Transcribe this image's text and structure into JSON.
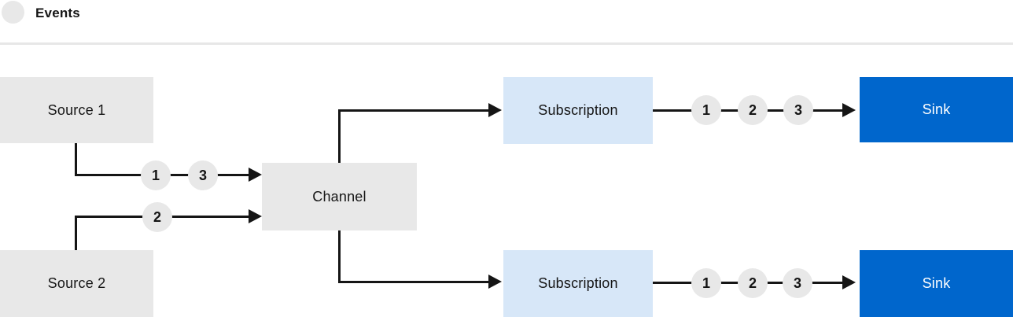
{
  "legend": {
    "label": "Events",
    "swatch_icon": "event-circle"
  },
  "colors": {
    "node_gray": "#e8e8e8",
    "subscription_blue": "#d7e7f8",
    "sink_blue": "#0066cc",
    "line": "#151515",
    "text_dark": "#151515",
    "text_light": "#ffffff",
    "divider": "#e7e7e7",
    "bg": "#ffffff"
  },
  "diagram": {
    "nodes": {
      "source1": {
        "label": "Source 1"
      },
      "source2": {
        "label": "Source 2"
      },
      "channel": {
        "label": "Channel"
      },
      "subscription_top": {
        "label": "Subscription"
      },
      "subscription_bottom": {
        "label": "Subscription"
      },
      "sink_top": {
        "label": "Sink"
      },
      "sink_bottom": {
        "label": "Sink"
      }
    },
    "event_badges": {
      "source1_to_channel": [
        "1",
        "3"
      ],
      "source2_to_channel": [
        "2"
      ],
      "subscription_top_to_sink": [
        "1",
        "2",
        "3"
      ],
      "subscription_bottom_to_sink": [
        "1",
        "2",
        "3"
      ]
    }
  }
}
